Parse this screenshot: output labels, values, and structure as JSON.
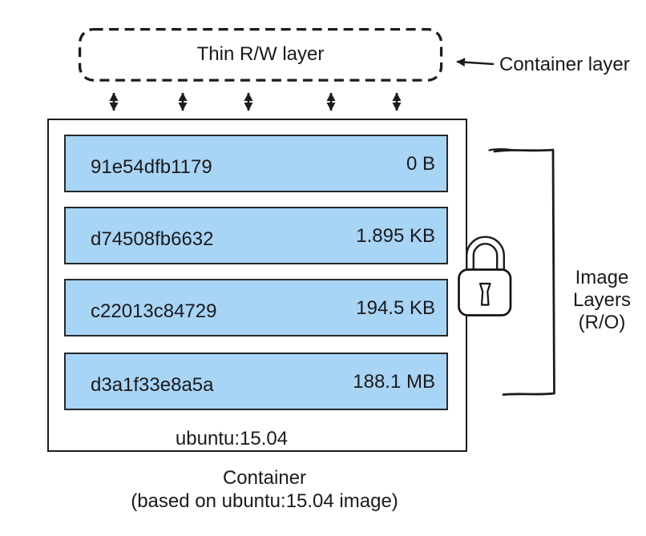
{
  "thin_rw_layer": {
    "label": "Thin R/W layer"
  },
  "callouts": {
    "container_layer": "Container layer",
    "image_layers": {
      "lines": [
        "Image",
        "Layers",
        "(R/O)"
      ]
    }
  },
  "container_box": {
    "layers": [
      {
        "id": "91e54dfb1179",
        "size": "0 B"
      },
      {
        "id": "d74508fb6632",
        "size": "1.895 KB"
      },
      {
        "id": "c22013c84729",
        "size": "194.5 KB"
      },
      {
        "id": "d3a1f33e8a5a",
        "size": "188.1 MB"
      }
    ],
    "base_image": "ubuntu:15.04"
  },
  "caption": {
    "line1": "Container",
    "line2": "(based on ubuntu:15.04 image)"
  },
  "colors": {
    "layer_fill": "#a8d4f6",
    "stroke": "#1c1c1c"
  }
}
